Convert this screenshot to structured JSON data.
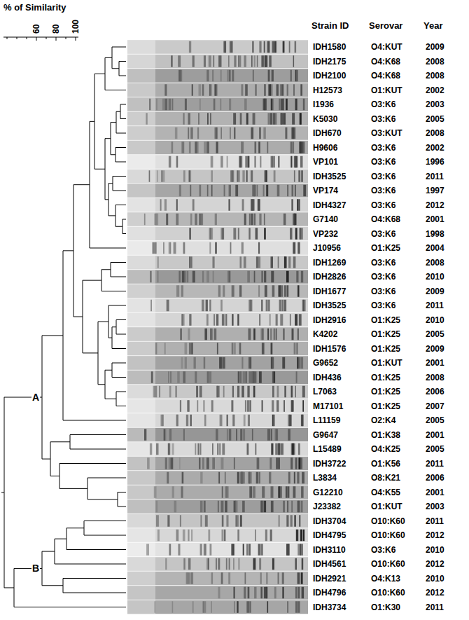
{
  "diagram": {
    "labels": [
      "% of Similarity",
      "60",
      "80",
      "100",
      "Strain ID",
      "Serovar",
      "Year",
      "IDH1580",
      "O4:KUT",
      "2009",
      "IDH2175",
      "O4:K68",
      "2008",
      "IDH2100",
      "O4:K68",
      "2008",
      "H12573",
      "O1:KUT",
      "2002",
      "I1936",
      "O3:K6",
      "2003",
      "K5030",
      "O3:K6",
      "2005",
      "IDH670",
      "O3:KUT",
      "2008",
      "H9606",
      "O3:K6",
      "2002",
      "VP101",
      "O3:K6",
      "1996",
      "IDH3525",
      "O3:K6",
      "2011",
      "VP174",
      "O3:K6",
      "1997",
      "IDH4327",
      "O3:K6",
      "2012",
      "G7140",
      "O4:K68",
      "2001",
      "VP232",
      "O3:K6",
      "1998",
      "J10956",
      "O1:K25",
      "2004",
      "IDH1269",
      "O3:K6",
      "2008",
      "IDH2826",
      "O3:K6",
      "2010",
      "IDH1677",
      "O3:K6",
      "2009",
      "IDH3525",
      "O3:K6",
      "2011",
      "IDH2916",
      "O1:K25",
      "2010",
      "K4202",
      "O1:K25",
      "2005",
      "IDH1576",
      "O1:K25",
      "2009",
      "G9652",
      "O1:KUT",
      "2001",
      "IDH436",
      "O1:K25",
      "2008",
      "L7063",
      "O1:K25",
      "2006",
      "M17101",
      "O1:K25",
      "2007",
      "L11159",
      "O2:K4",
      "2005",
      "G9647",
      "O1:K38",
      "2001",
      "L15489",
      "O4:K25",
      "2005",
      "IDH3722",
      "O1:K56",
      "2011",
      "L3834",
      "O8:K21",
      "2006",
      "G12210",
      "O4:K55",
      "2001",
      "J23382",
      "O1:KUT",
      "2003",
      "IDH3704",
      "O10:K60",
      "2011",
      "IDH4795",
      "O10:K60",
      "2012",
      "IDH3110",
      "O3:K6",
      "2010",
      "IDH4561",
      "O10:K60",
      "2012",
      "IDH2921",
      "O4:K13",
      "2010",
      "IDH4796",
      "O10:K60",
      "2012",
      "IDH3734",
      "O1:K30",
      "2011",
      "A",
      "B"
    ]
  }
}
